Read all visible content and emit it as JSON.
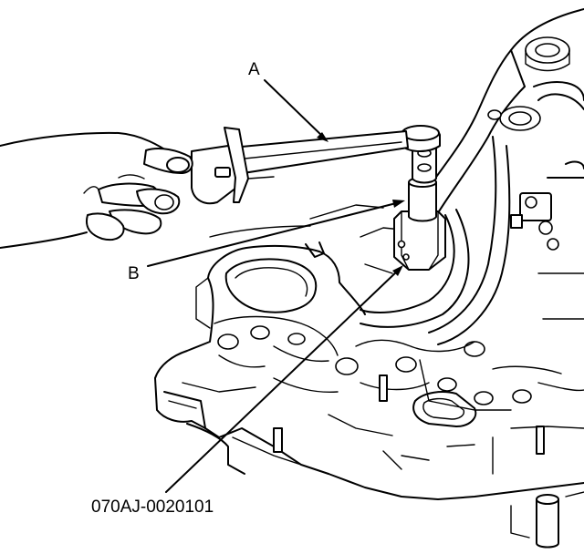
{
  "labels": {
    "a": "A",
    "b": "B"
  },
  "figure_code": "070AJ-0020101"
}
